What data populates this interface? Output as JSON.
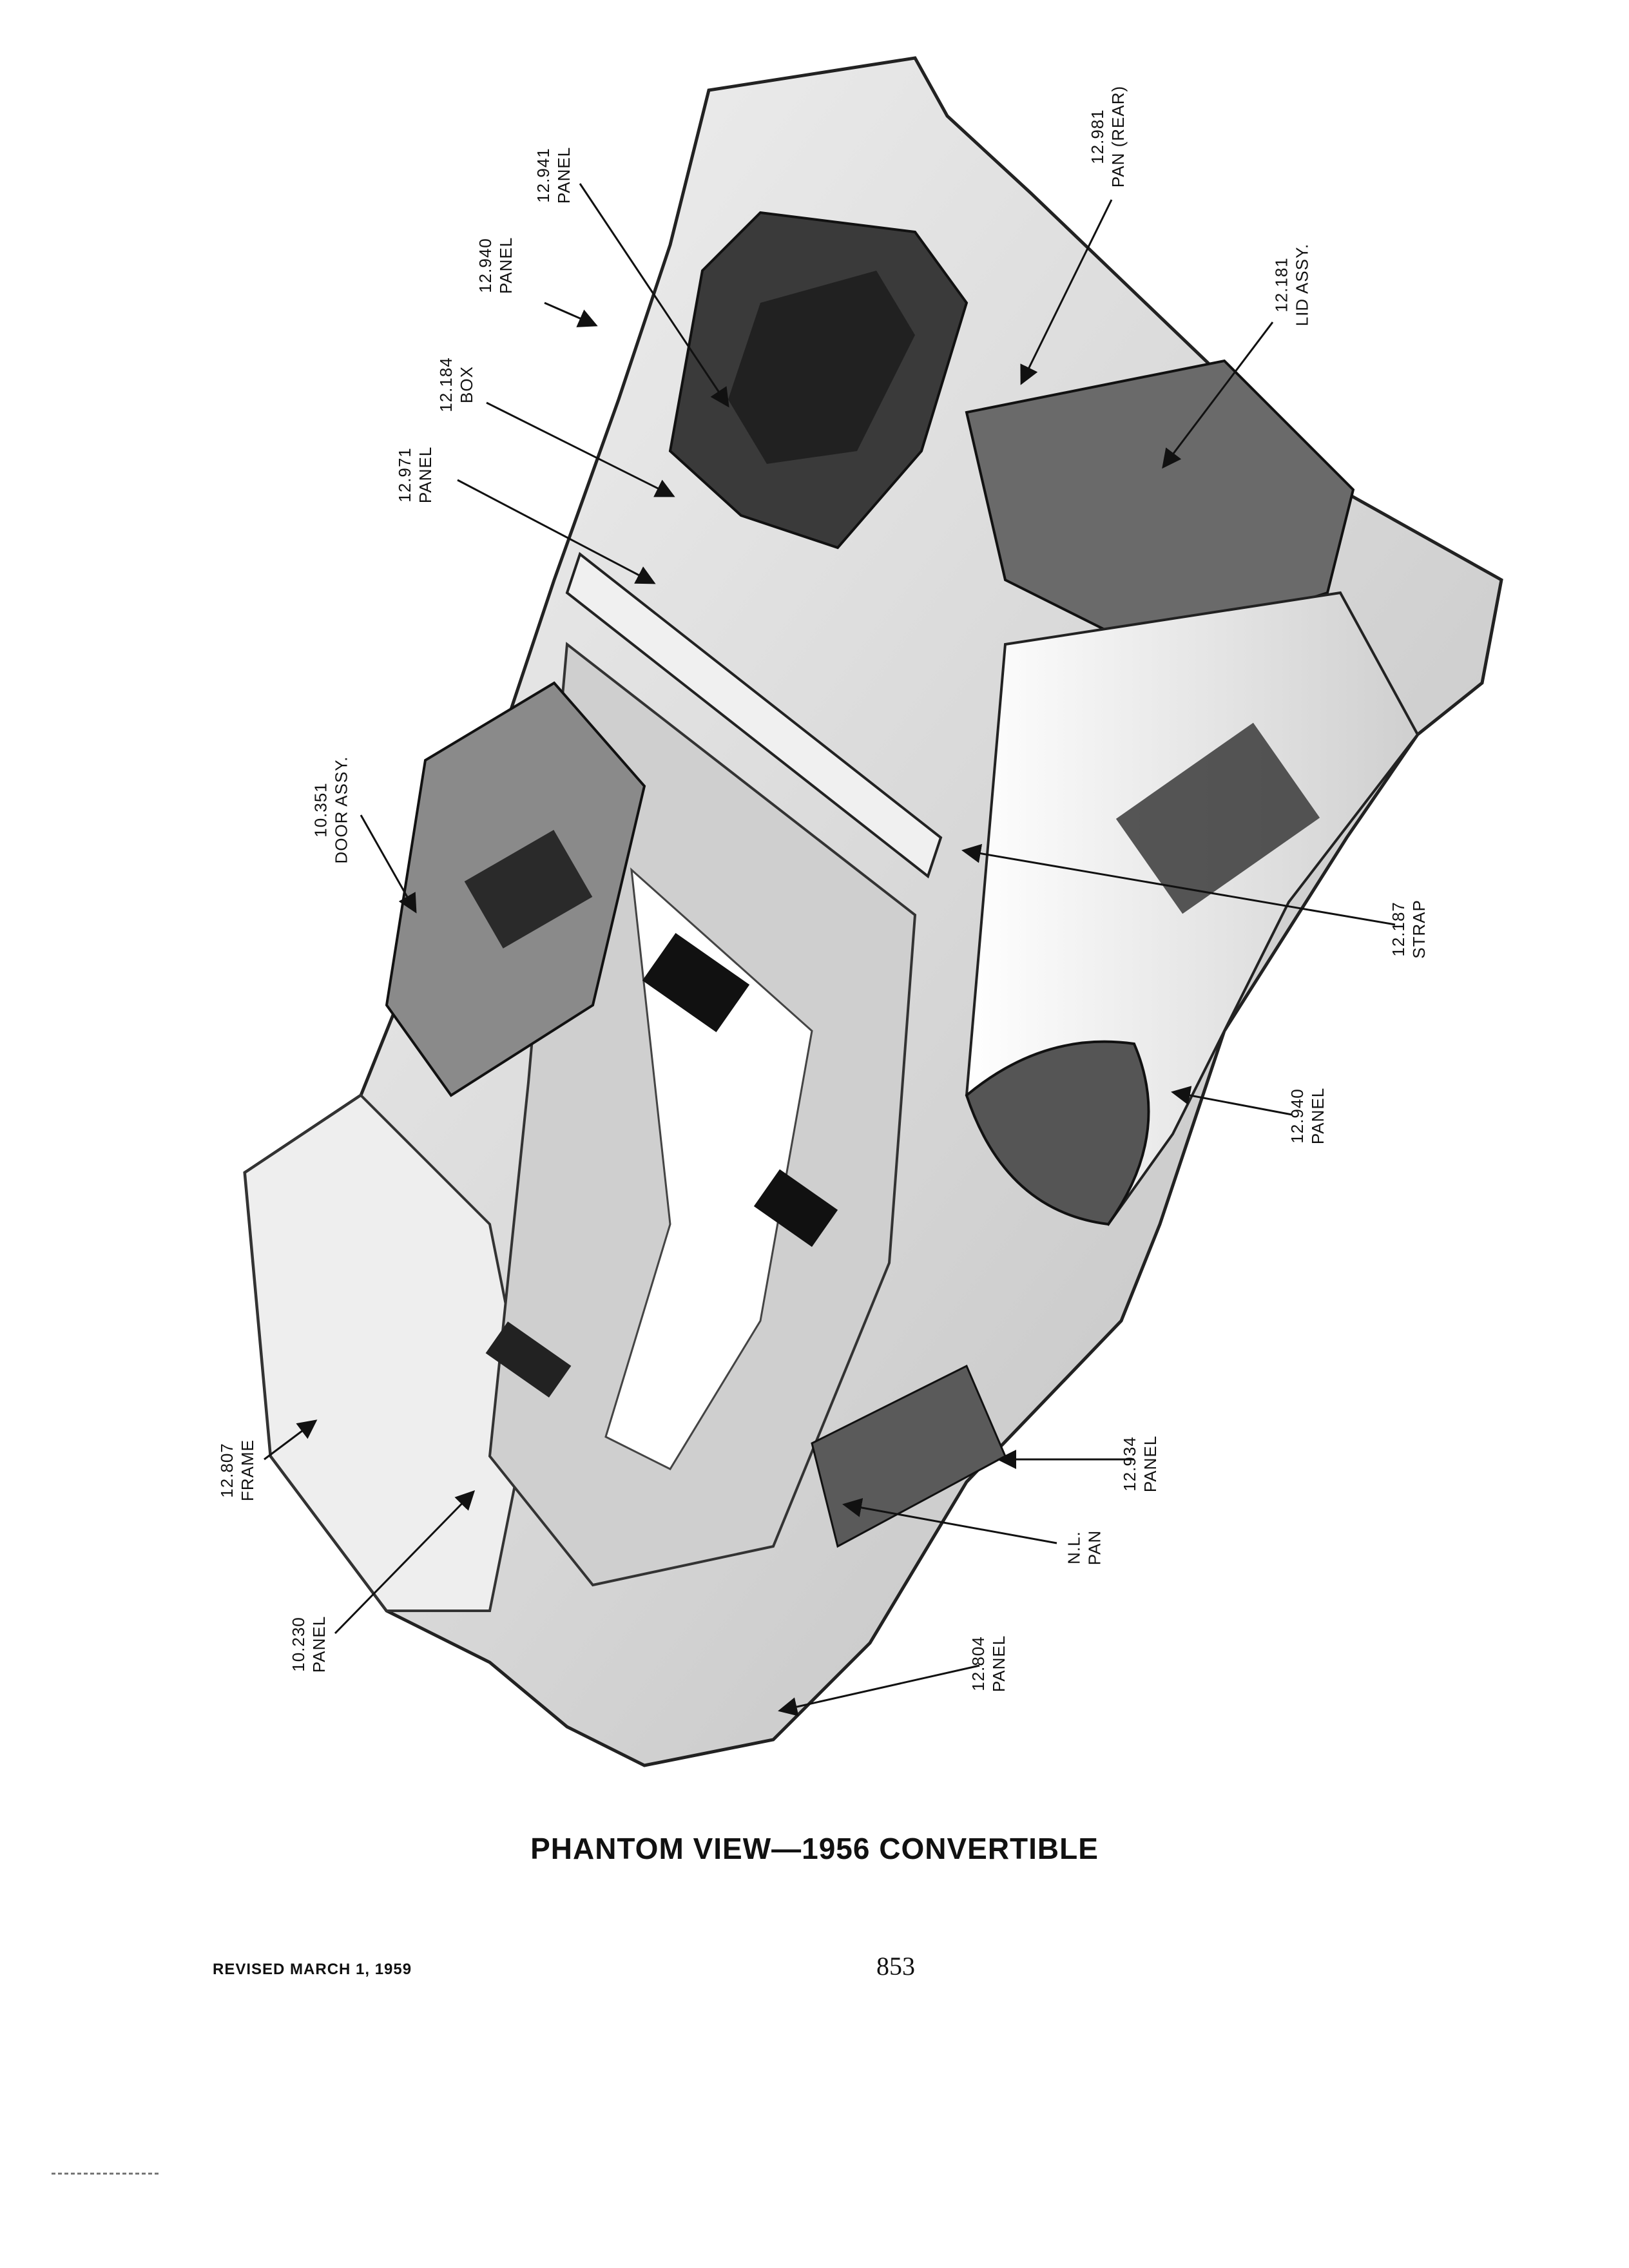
{
  "callouts": {
    "c12941": {
      "number": "12.941",
      "name": "PANEL"
    },
    "c12940_top": {
      "number": "12.940",
      "name": "PANEL"
    },
    "c12184": {
      "number": "12.184",
      "name": "BOX"
    },
    "c12971": {
      "number": "12.971",
      "name": "PANEL"
    },
    "c12981": {
      "number": "12.981",
      "name": "PAN (REAR)"
    },
    "c12181": {
      "number": "12.181",
      "name": "LID ASSY."
    },
    "c10351": {
      "number": "10.351",
      "name": "DOOR ASSY."
    },
    "c12187": {
      "number": "12.187",
      "name": "STRAP"
    },
    "c12940_right": {
      "number": "12.940",
      "name": "PANEL"
    },
    "c12934": {
      "number": "12.934",
      "name": "PANEL"
    },
    "cNL": {
      "number": "N.L.",
      "name": "PAN"
    },
    "c12807": {
      "number": "12.807",
      "name": "FRAME"
    },
    "c10230": {
      "number": "10.230",
      "name": "PANEL"
    },
    "c12804": {
      "number": "12.804",
      "name": "PANEL"
    }
  },
  "caption": "PHANTOM VIEW—1956 CONVERTIBLE",
  "revised": "REVISED MARCH 1, 1959",
  "page_number": "853"
}
